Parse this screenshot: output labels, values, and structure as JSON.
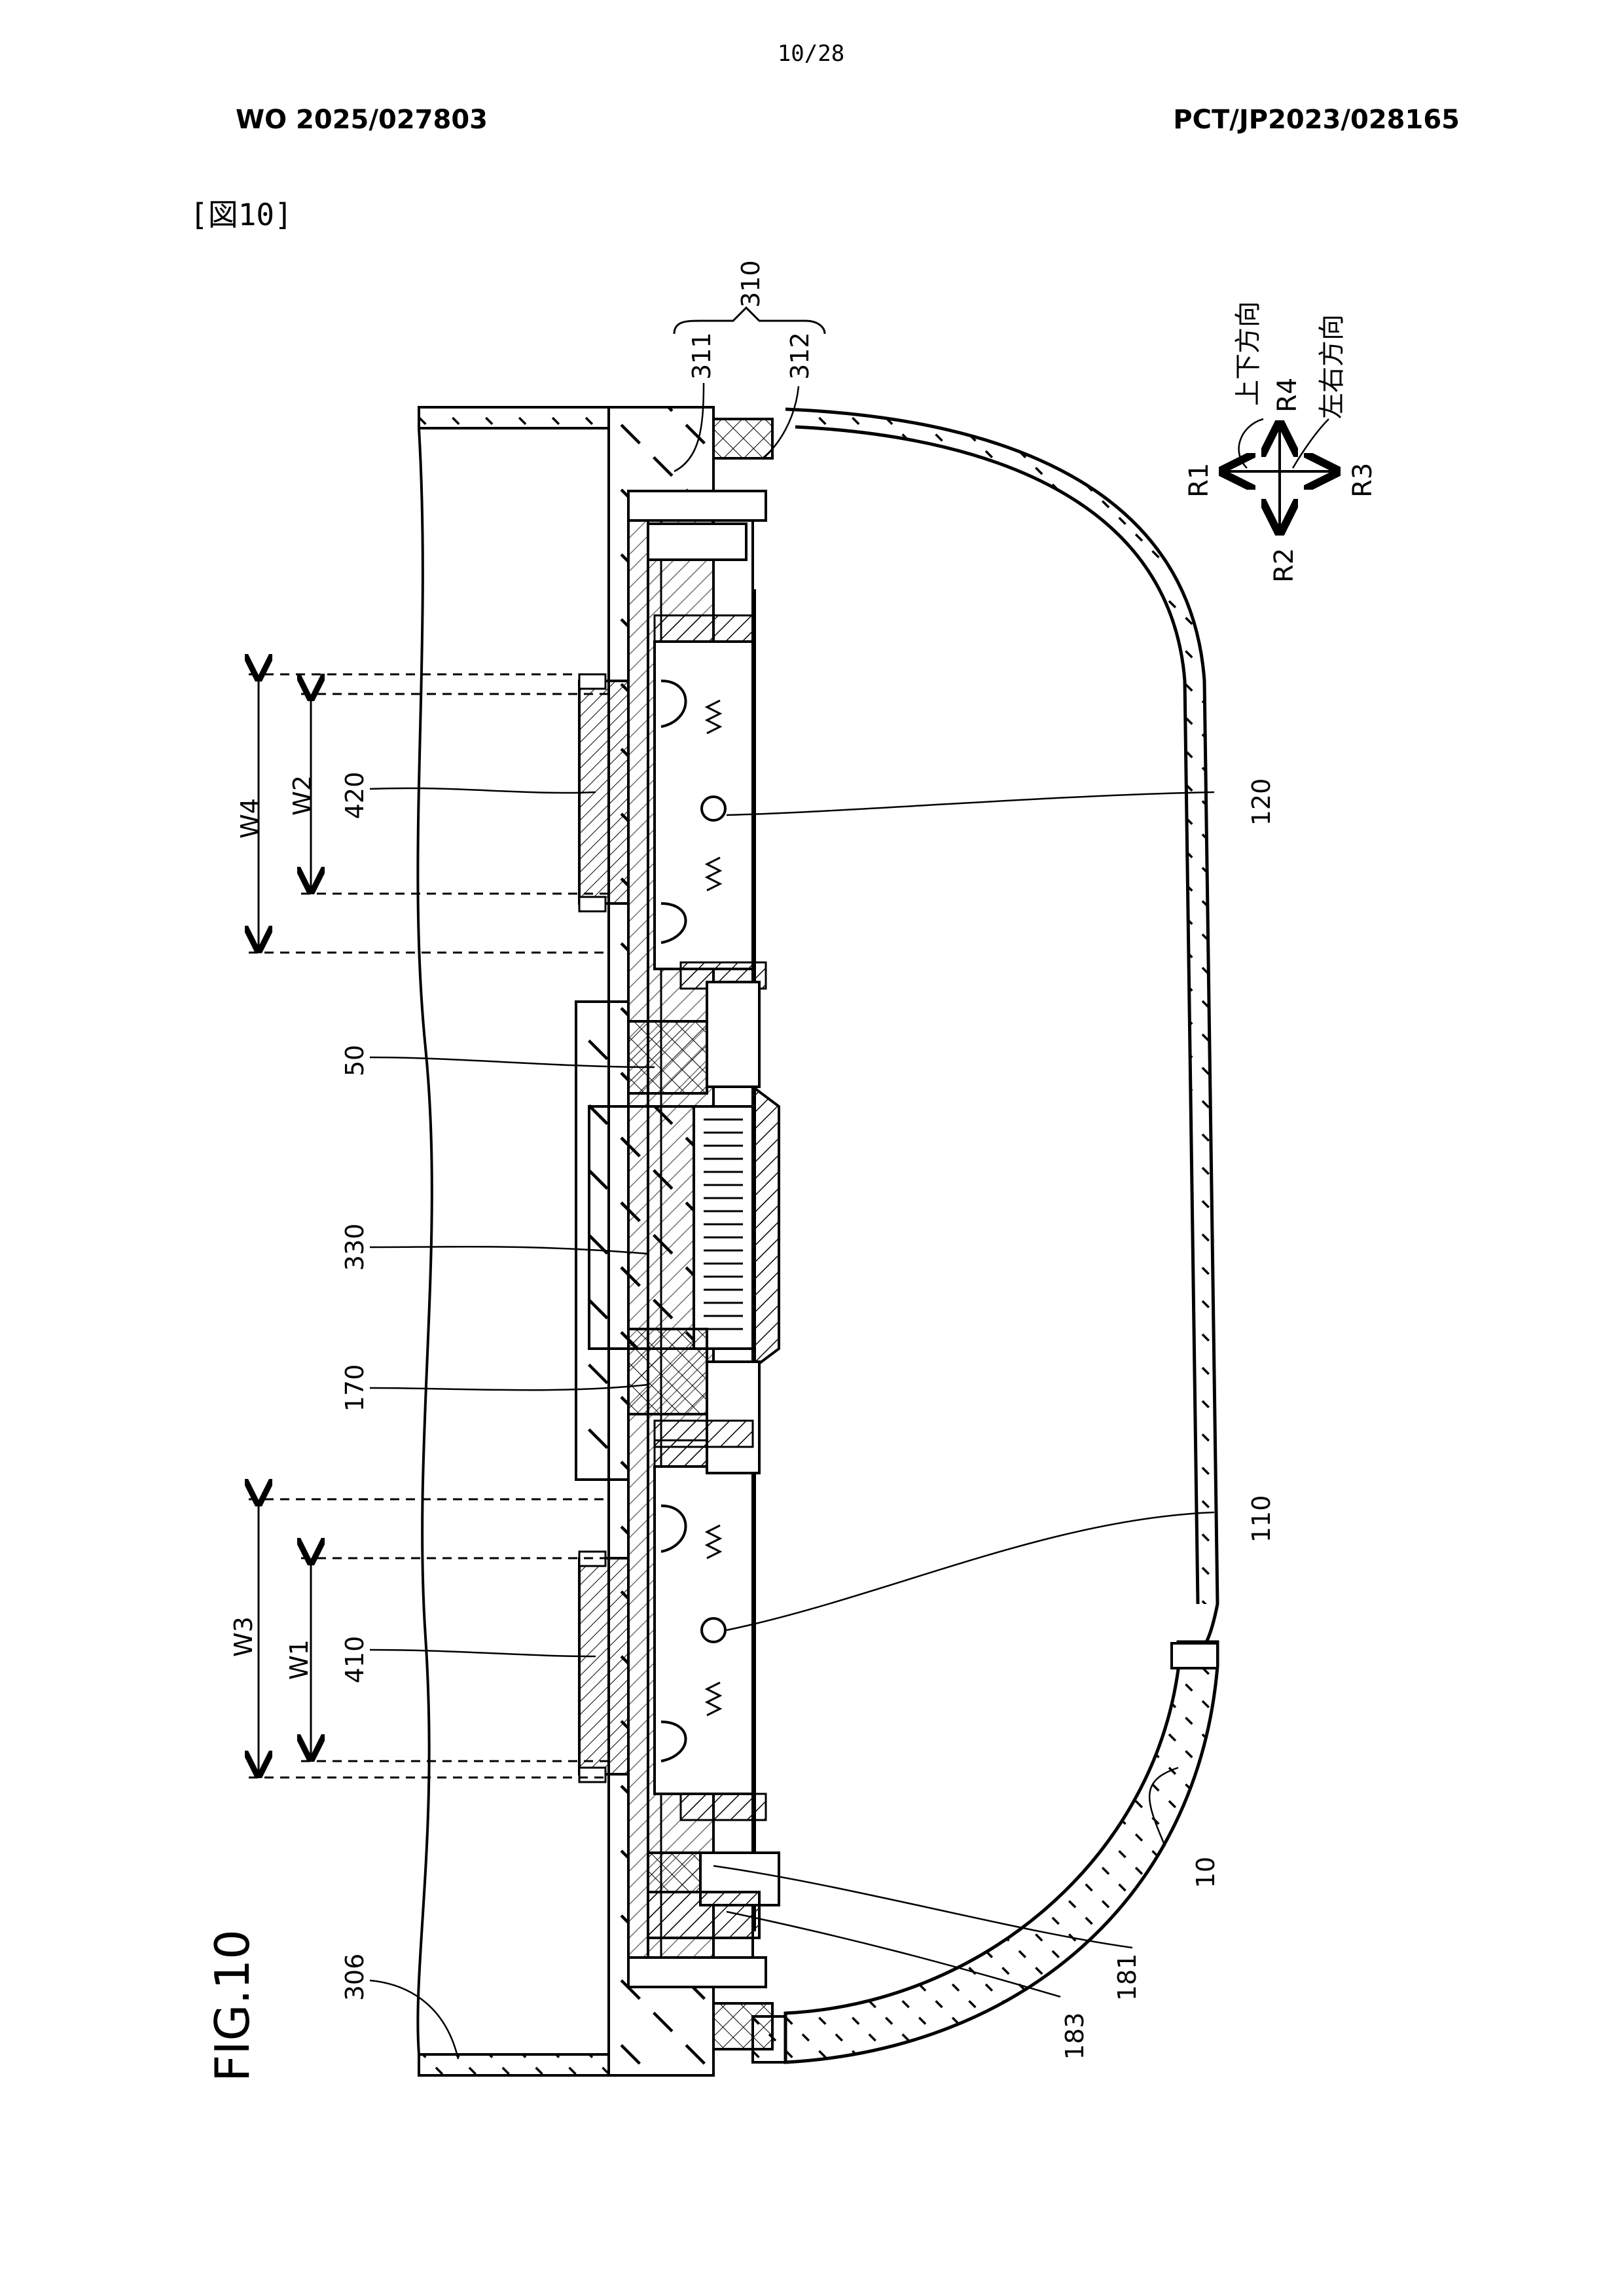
{
  "header": {
    "page_number": "10/28",
    "pub_number": "WO 2025/027803",
    "app_number": "PCT/JP2023/028165",
    "figure_label": "[図10]"
  },
  "figure": {
    "caption": "FIG.10",
    "refs": {
      "r310": "310",
      "r311": "311",
      "r312": "312",
      "r420": "420",
      "r120": "120",
      "r50": "50",
      "r330": "330",
      "r170": "170",
      "r110": "110",
      "r410": "410",
      "r10": "10",
      "r181": "181",
      "r183": "183",
      "r306": "306",
      "w1": "W1",
      "w2": "W2",
      "w3": "W3",
      "w4": "W4"
    },
    "direction_legend": {
      "vertical_text": "上下方向",
      "horizontal_text": "左右方向",
      "r1": "R1",
      "r2": "R2",
      "r3": "R3",
      "r4": "R4"
    }
  }
}
